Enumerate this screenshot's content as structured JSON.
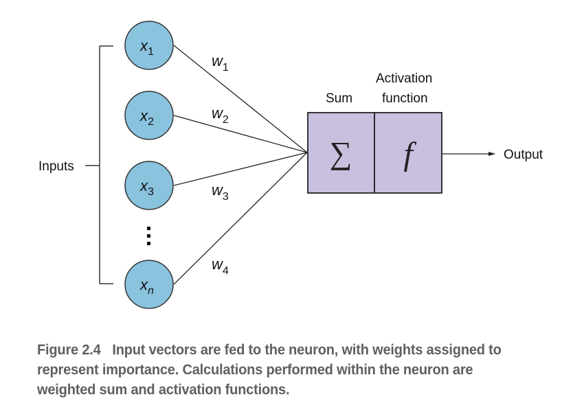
{
  "diagram": {
    "inputs_label": "Inputs",
    "nodes": [
      {
        "var": "x",
        "sub": "1"
      },
      {
        "var": "x",
        "sub": "2"
      },
      {
        "var": "x",
        "sub": "3"
      },
      {
        "var": "x",
        "sub": "n"
      }
    ],
    "ellipsis": "⋮",
    "weights": [
      {
        "var": "w",
        "sub": "1"
      },
      {
        "var": "w",
        "sub": "2"
      },
      {
        "var": "w",
        "sub": "3"
      },
      {
        "var": "w",
        "sub": "4"
      }
    ],
    "sum_label": "Sum",
    "sum_symbol": "∑",
    "activation_label_line1": "Activation",
    "activation_label_line2": "function",
    "activation_symbol": "f",
    "output_label": "Output",
    "colors": {
      "node_fill": "#89c3de",
      "box_fill": "#c9bfdf",
      "stroke": "#222222",
      "caption": "#5f5f5f"
    }
  },
  "caption": {
    "figure_number": "Figure 2.4",
    "text": "Input vectors are fed to the neuron, with weights assigned to represent importance. Calculations performed within the neuron are weighted sum and activation functions."
  }
}
